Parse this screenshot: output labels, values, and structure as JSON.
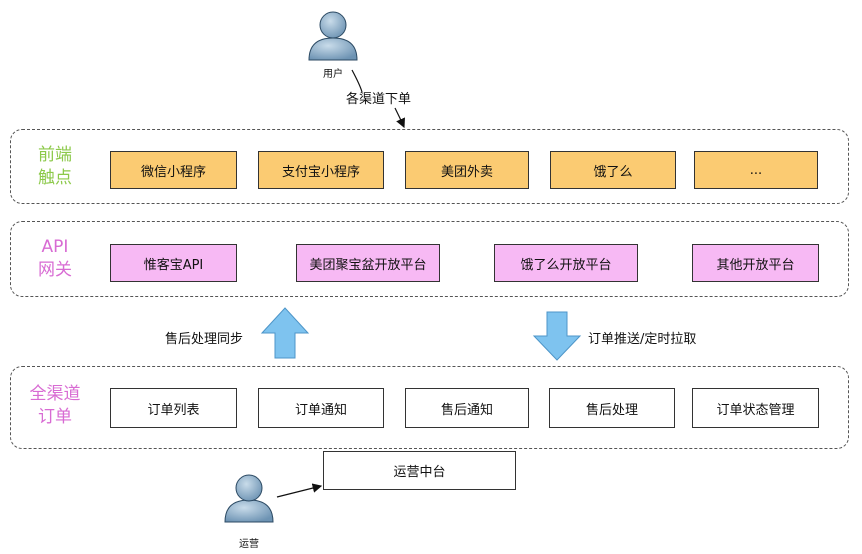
{
  "actors": {
    "user": "用户",
    "operator": "运营"
  },
  "annotations": {
    "user_flow": "各渠道下单",
    "sync_up": "售后处理同步",
    "push_down": "订单推送/定时拉取"
  },
  "layers": {
    "frontend": {
      "label_line1": "前端",
      "label_line2": "触点",
      "label_color": "#8cc94a",
      "items": [
        "微信小程序",
        "支付宝小程序",
        "美团外卖",
        "饿了么",
        "..."
      ]
    },
    "gateway": {
      "label_line1": "API",
      "label_line2": "网关",
      "label_color": "#d86bd3",
      "items": [
        "惟客宝API",
        "美团聚宝盆开放平台",
        "饿了么开放平台",
        "其他开放平台"
      ]
    },
    "order": {
      "label_line1": "全渠道",
      "label_line2": "订单",
      "label_color": "#d86bd3",
      "items": [
        "订单列表",
        "订单通知",
        "售后通知",
        "售后处理",
        "订单状态管理"
      ]
    }
  },
  "ops_platform": "运营中台",
  "colors": {
    "frontend_fill": "#fbcb72",
    "gateway_fill": "#f7b9f4",
    "arrow_fill": "#7ec3ef",
    "person_fill": "#8fb3cf"
  }
}
